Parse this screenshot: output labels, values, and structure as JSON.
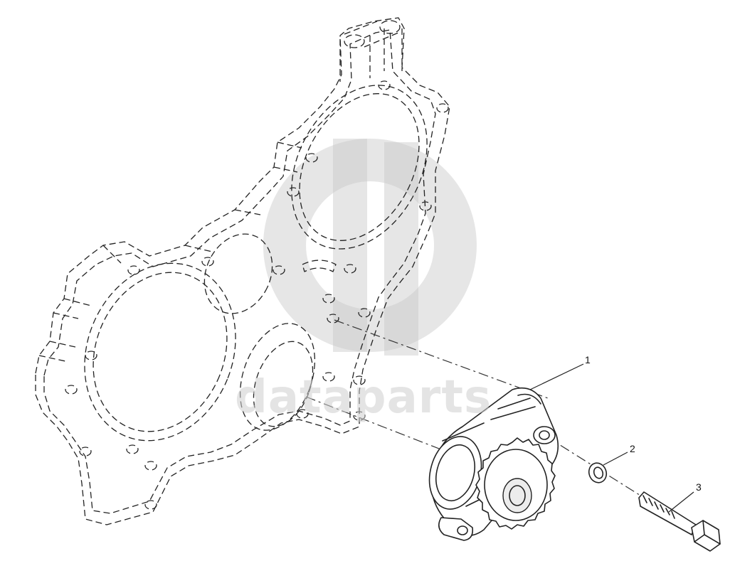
{
  "watermark": {
    "text": "dataparts",
    "color": "#c8c8c8"
  },
  "callouts": [
    {
      "id": "1",
      "label": "1"
    },
    {
      "id": "2",
      "label": "2"
    },
    {
      "id": "3",
      "label": "3"
    }
  ],
  "icons": {
    "watermark_logo": "dataparts-logo-icon"
  },
  "colors": {
    "line": "#222222",
    "background": "#ffffff"
  }
}
